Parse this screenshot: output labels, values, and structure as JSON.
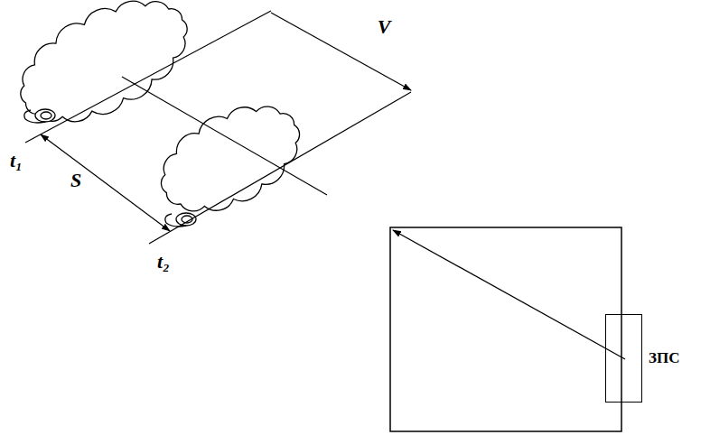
{
  "diagram": {
    "nodes": [
      {
        "text": [
          "ЗПС"
        ]
      }
    ],
    "labels": [
      "V",
      "S",
      "t₁",
      "t₂"
    ]
  }
}
